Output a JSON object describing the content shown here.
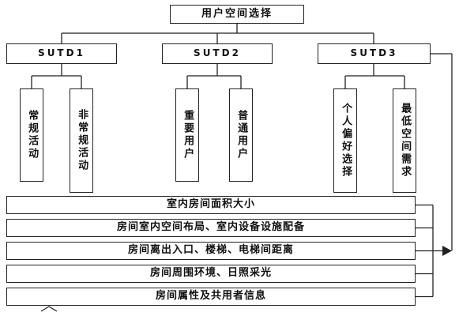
{
  "diagram": {
    "root": "用户空间选择",
    "branches": [
      {
        "label": "SUTD1",
        "children": [
          "常规活动",
          "非常规活动"
        ]
      },
      {
        "label": "SUTD2",
        "children": [
          "重要用户",
          "普通用户"
        ]
      },
      {
        "label": "SUTD3",
        "children": [
          "个人偏好选择",
          "最低空间需求"
        ]
      }
    ],
    "bars": [
      "室内房间面积大小",
      "房间室内空间布局、室内设备设施配备",
      "房间离出入口、楼梯、电梯间距离",
      "房间周围环境、日照采光",
      "房间属性及共用者信息"
    ],
    "line_color": "#222222"
  }
}
